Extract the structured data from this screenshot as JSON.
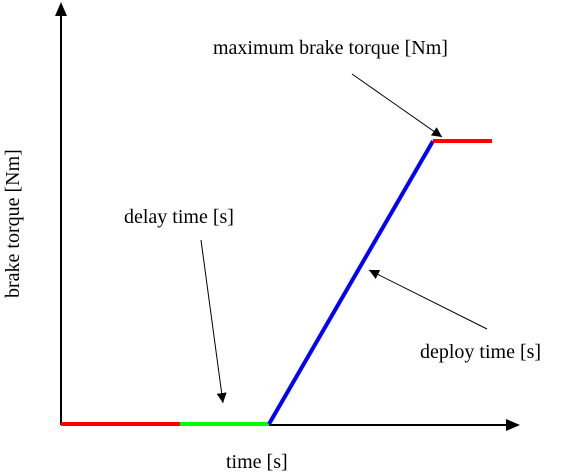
{
  "diagram": {
    "ylabel": "brake torque [Nm]",
    "xlabel": "time [s]",
    "annotations": {
      "max_torque": "maximum brake torque [Nm]",
      "delay_time": "delay time [s]",
      "deploy_time": "deploy time [s]"
    },
    "colors": {
      "axes": "#000000",
      "idle_segment": "#ff0000",
      "delay_segment": "#00ff00",
      "deploy_segment": "#0000ff",
      "hold_segment": "#ff0000",
      "text": "#000000"
    }
  }
}
